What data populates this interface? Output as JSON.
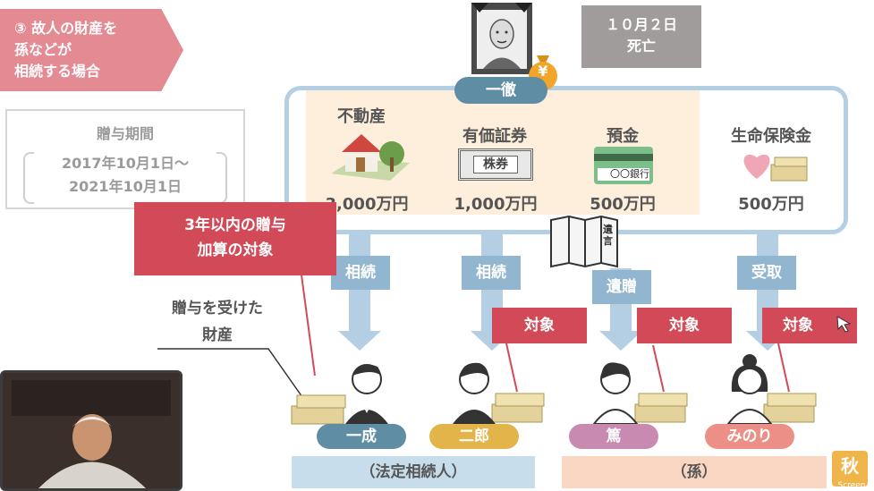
{
  "case": {
    "line1": "③ 故人の財産を",
    "line2": "孫などが",
    "line3": "相続する場合"
  },
  "gift_period": {
    "title": "贈与期間",
    "from": "2017年10月1日〜",
    "to": "2021年10月1日"
  },
  "decedent": {
    "name": "一徹",
    "death_date": "１０月２日",
    "death_label": "死亡",
    "money_bag": "¥"
  },
  "assets": [
    {
      "name": "不動産",
      "value": "3,000万円"
    },
    {
      "name": "有価証券",
      "value": "1,000万円",
      "sign": "株券"
    },
    {
      "name": "預金",
      "value": "500万円",
      "card": "〇〇銀行"
    },
    {
      "name": "生命保険金",
      "value": "500万円"
    }
  ],
  "will": {
    "label": "遺言"
  },
  "flows": [
    "相続",
    "相続",
    "遺贈",
    "受取"
  ],
  "gift_note": {
    "line1": "3年以内の贈与",
    "line2": "加算の対象"
  },
  "received_label": {
    "line1": "贈与を受けた",
    "line2": "財産"
  },
  "target_label": "対象",
  "heirs": [
    {
      "name": "一成",
      "color": "#5f8ea4"
    },
    {
      "name": "二郎",
      "color": "#e2b44a"
    },
    {
      "name": "篤",
      "color": "#c98ab1"
    },
    {
      "name": "みのり",
      "color": "#ec8f86"
    }
  ],
  "groups": {
    "legal": "（法定相続人）",
    "grandchildren": "（孫）"
  },
  "watermark": {
    "char": "秋",
    "text": "Screen"
  },
  "colors": {
    "accent_red": "#d24958",
    "frame_blue": "#b4cfe3",
    "legal_bar": "#c7ddec",
    "grand_bar": "#f8d6c1"
  }
}
